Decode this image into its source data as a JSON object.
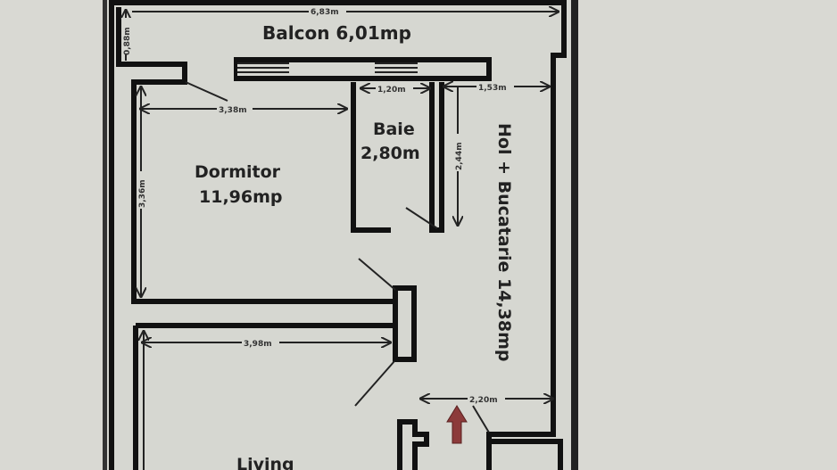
{
  "rooms": {
    "balcon": "Balcon 6,01mp",
    "dormitor_name": "Dormitor",
    "dormitor_area": "11,96mp",
    "baie_name": "Baie",
    "baie_area": "2,80m",
    "hol": "Hol + Bucatarie 14,38mp",
    "living": "Living"
  },
  "dimensions": {
    "balcon_width": "6,83m",
    "balcon_depth": "0,88m",
    "dormitor_width": "3,38m",
    "dormitor_depth": "3,36m",
    "baie_width": "1,20m",
    "baie_depth": "2,44m",
    "hol_width": "1,53m",
    "living_width": "3,98m",
    "entrance_width": "2,20m"
  },
  "colors": {
    "entrance_arrow": "#8c3a3a",
    "walls": "#111111",
    "paper": "#d6d7d1"
  }
}
